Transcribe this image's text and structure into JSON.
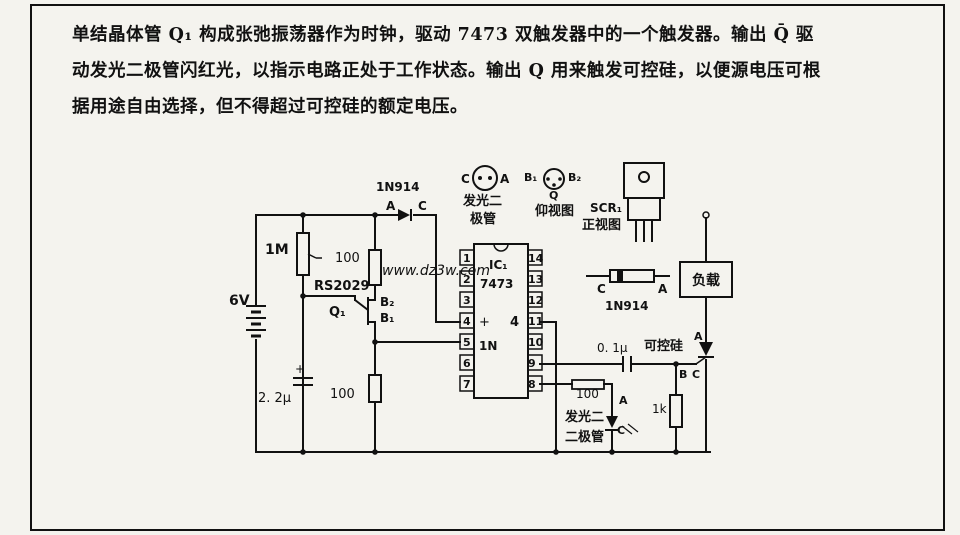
{
  "description_lines": [
    "单结晶体管 Q₁ 构成张弛振荡器作为时钟，驱动 7473 双触发器中的一个触发器。输出 Q̄ 驱",
    "动发光二极管闪红光，以指示电路正处于工作状态。输出 Q 用来触发可控硅，以便源电压可根",
    "据用途自由选择，但不得超过可控硅的额定电压。"
  ],
  "labels": {
    "battery": "6V",
    "pot": "1M",
    "r_top": "100",
    "transistor_type": "RS2029",
    "transistor": "Q₁",
    "b2": "B₂",
    "b1": "B₁",
    "cap": "2. 2μ",
    "r_bottom": "100",
    "diode_top_part": "1N914",
    "diode_a": "A",
    "diode_c": "C",
    "ic_name": "IC₁",
    "ic_part": "7473",
    "ic_plus": "+",
    "ic_four": "4",
    "ic_1n": "1N",
    "pins_left": [
      "1",
      "2",
      "3",
      "4",
      "5",
      "6",
      "7"
    ],
    "pins_right": [
      "14",
      "13",
      "12",
      "11",
      "10",
      "9",
      "8"
    ],
    "cap_small": "0. 1μ",
    "scr": "可控硅",
    "scr_a": "A",
    "scr_b": "B",
    "scr_c": "C",
    "r_1k": "1k",
    "r_led": "100",
    "led_text_1": "发光二",
    "led_text_2": "二极管",
    "led_a": "A",
    "led_c": "C",
    "load": "负载",
    "inset_led_c": "C",
    "inset_led_a": "A",
    "inset_led_text1": "发光二",
    "inset_led_text2": "极管",
    "inset_q_b1": "B₁",
    "inset_q_b2": "B₂",
    "inset_q": "Q",
    "inset_q_text": "仰视图",
    "inset_scr": "SCR₁",
    "inset_scr_text": "正视图",
    "inset_diode_c": "C",
    "inset_diode_a": "A",
    "inset_diode_part": "1N914",
    "watermark": "www.dz3w.com"
  }
}
